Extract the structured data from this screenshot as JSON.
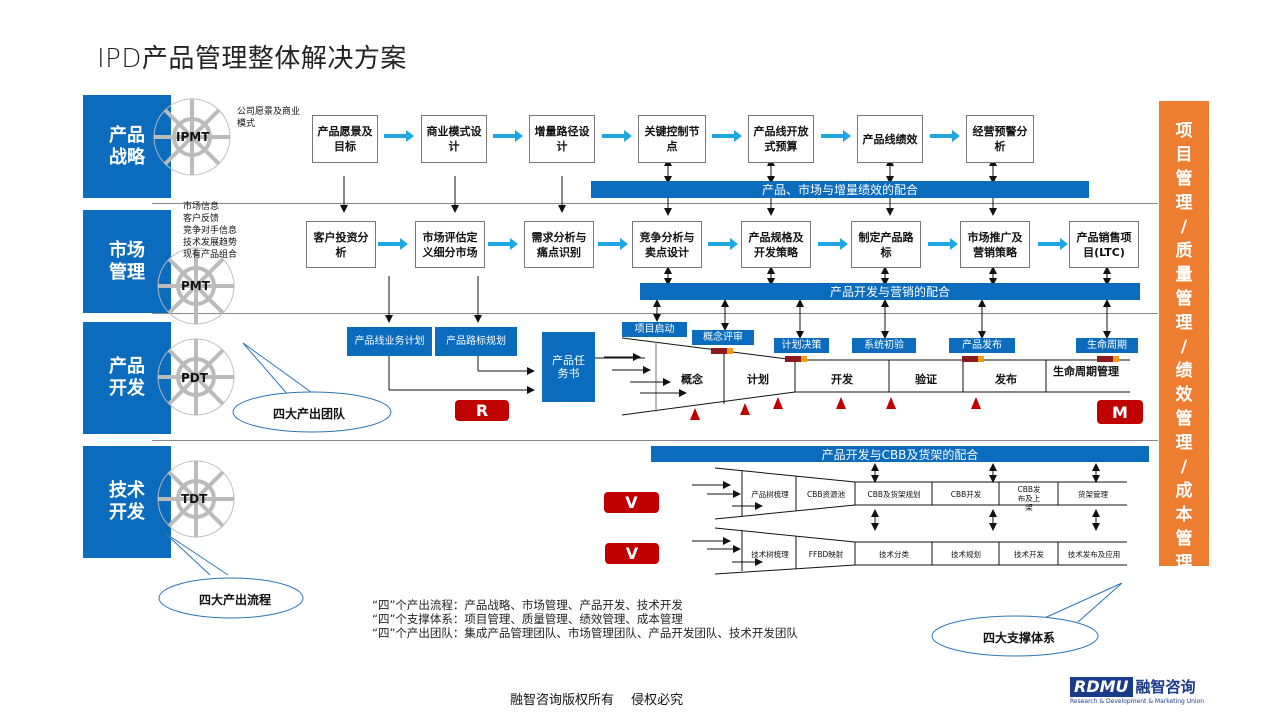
{
  "title": "IPD产品管理整体解决方案",
  "lanes": [
    {
      "label": "产品战略",
      "team": "IPMT"
    },
    {
      "label": "市场管理",
      "team": "PMT"
    },
    {
      "label": "产品开发",
      "team": "PDT"
    },
    {
      "label": "技术开发",
      "team": "TDT"
    }
  ],
  "strategy": {
    "input_note": "公司愿景及商业模式",
    "steps": [
      "产品愿景及目标",
      "商业模式设计",
      "增量路径设计",
      "关键控制节点",
      "产品线开放式预算",
      "产品线绩效",
      "经营预警分析"
    ],
    "bar": "产品、市场与增量绩效的配合"
  },
  "market": {
    "inputs": [
      "市场信息",
      "客户反馈",
      "竞争对手信息",
      "技术发展趋势",
      "现有产品组合"
    ],
    "steps": [
      "客户投资分析",
      "市场评估定义细分市场",
      "需求分析与痛点识别",
      "竞争分析与卖点设计",
      "产品规格及开发策略",
      "制定产品路标",
      "市场推广及营销策略",
      "产品销售项目(LTC)"
    ],
    "bar": "产品开发与营销的配合"
  },
  "development": {
    "plan_tags": [
      "产品线业务计划",
      "产品路标规划"
    ],
    "task_book": "产品任务书",
    "milestones": [
      "项目启动",
      "概念评审",
      "计划决策",
      "系统初验",
      "产品发布",
      "生命周期"
    ],
    "stages": [
      "概念",
      "计划",
      "开发",
      "验证",
      "发布",
      "生命周期管理"
    ],
    "badge_r": "R",
    "badge_m": "M"
  },
  "technology": {
    "bar": "产品开发与CBB及货架的配合",
    "row1": [
      "产品树梳理",
      "CBB资源池",
      "CBB及货架规划",
      "CBB开发",
      "CBB发布及上架",
      "货架管理"
    ],
    "row2": [
      "技术树梳理",
      "FFBD映射",
      "技术分类",
      "技术规划",
      "技术开发",
      "技术发布及应用"
    ],
    "badge_v": "V"
  },
  "bubbles": {
    "teams": "四大产出团队",
    "processes": "四大产出流程",
    "support": "四大支撑体系"
  },
  "notes": [
    "“四”个产出流程：产品战略、市场管理、产品开发、技术开发",
    "“四”个支撑体系：项目管理、质量管理、绩效管理、成本管理",
    "“四”个产出团队：集成产品管理团队、市场管理团队、产品开发团队、技术开发团队"
  ],
  "side_bar": [
    "项",
    "目",
    "管",
    "理",
    "/",
    "质",
    "量",
    "管",
    "理",
    "/",
    "绩",
    "效",
    "管",
    "理",
    "/",
    "成",
    "本",
    "管",
    "理"
  ],
  "footer": "融智咨询版权所有　 侵权必究",
  "logo": {
    "mark": "RDMU",
    "cn": "融智咨询",
    "en": "Research & Development & Marketing Union"
  },
  "colors": {
    "blue": "#0b6bbd",
    "orange": "#ed7d31",
    "red": "#c00000",
    "arrow": "#1ea7e1"
  }
}
